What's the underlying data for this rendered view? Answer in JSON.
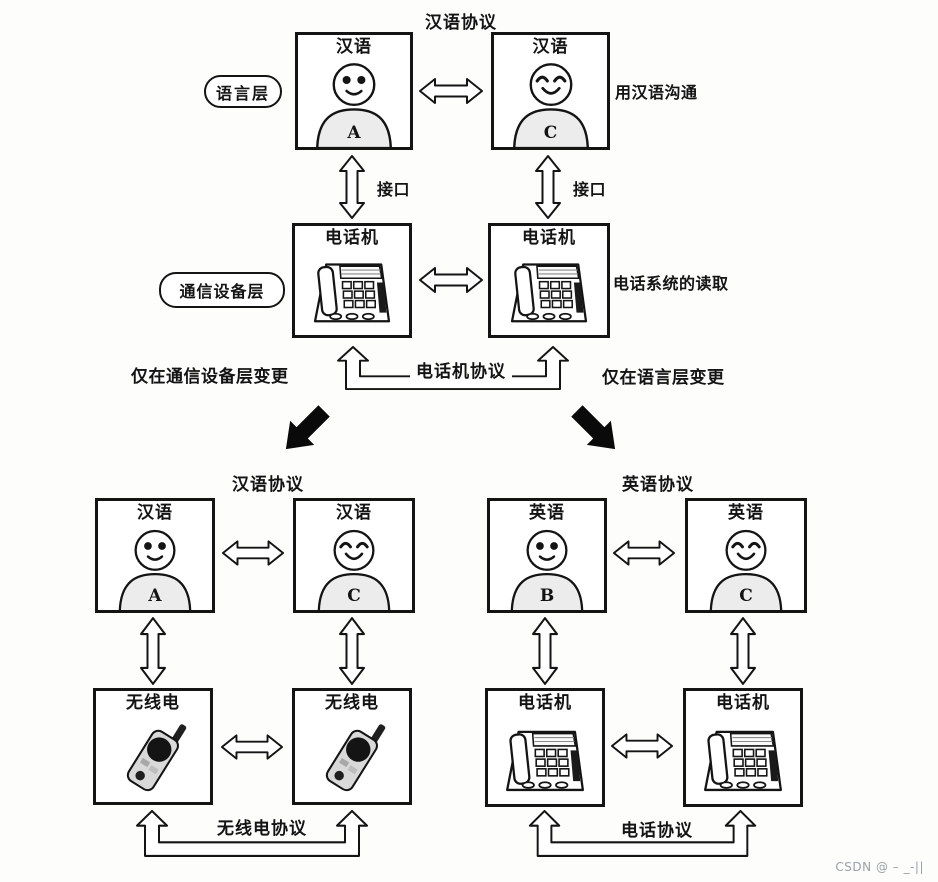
{
  "colors": {
    "ink": "#141414",
    "person_body_fill": "#ececec",
    "radio_body_fill": "#d9d9d9",
    "watermark_gray": "#9aa0a6",
    "background": "#fdfdfc"
  },
  "top": {
    "protocol_title": "汉语协议",
    "language_layer_label": "语言层",
    "equipment_layer_label": "通信设备层",
    "note_communicate": "用汉语沟通",
    "note_phone_system": "电话系统的读取",
    "interface_left": "接口",
    "interface_right": "接口",
    "person_a": {
      "lang": "汉语",
      "letter": "A"
    },
    "person_c": {
      "lang": "汉语",
      "letter": "C"
    },
    "phone_left_label": "电话机",
    "phone_right_label": "电话机",
    "phone_protocol_label": "电话机协议",
    "change_note_left": "仅在通信设备层变更",
    "change_note_right": "仅在语言层变更"
  },
  "bottom_left": {
    "protocol_title": "汉语协议",
    "person_a": {
      "lang": "汉语",
      "letter": "A"
    },
    "person_c": {
      "lang": "汉语",
      "letter": "C"
    },
    "device_left_label": "无线电",
    "device_right_label": "无线电",
    "device_protocol_label": "无线电协议"
  },
  "bottom_right": {
    "protocol_title": "英语协议",
    "person_b": {
      "lang": "英语",
      "letter": "B"
    },
    "person_c": {
      "lang": "英语",
      "letter": "C"
    },
    "device_left_label": "电话机",
    "device_right_label": "电话机",
    "device_protocol_label": "电话协议"
  },
  "watermark": {
    "text": "CSDN @ – _-||"
  }
}
